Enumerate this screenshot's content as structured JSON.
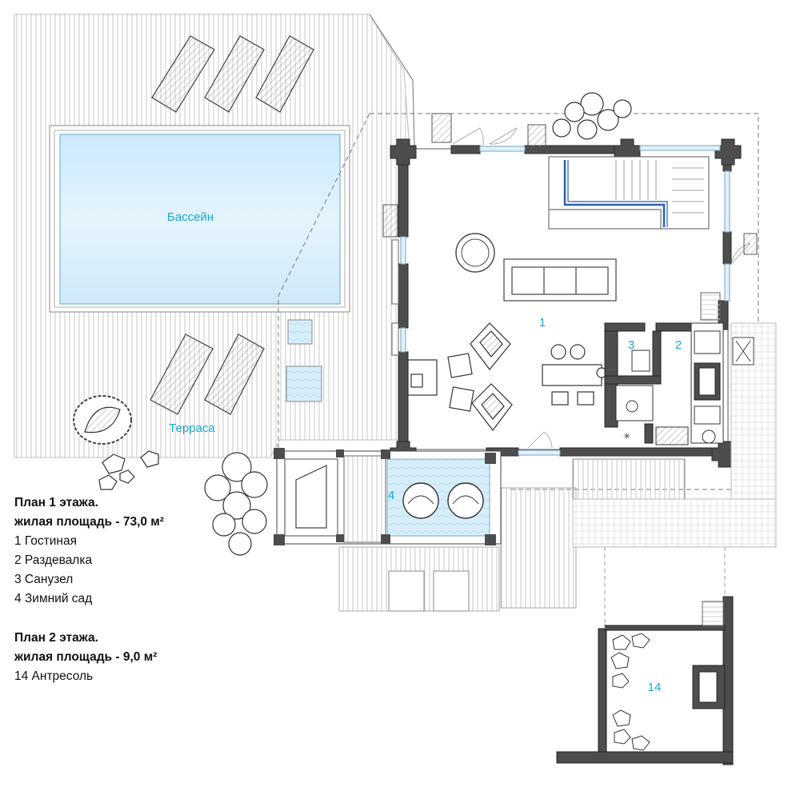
{
  "labels": {
    "pool": "Бассейн",
    "terrace": "Терраса",
    "room1": "1",
    "room2": "2",
    "room3": "3",
    "room4": "4",
    "room14": "14"
  },
  "legend": {
    "floor1_title": "План 1 этажа.",
    "floor1_area": "жилая площадь - 73,0 м²",
    "floor1_items": [
      "1  Гостиная",
      "2  Раздевалка",
      "3  Санузел",
      "4  Зимний сад"
    ],
    "floor2_title": "План 2 этажа.",
    "floor2_area": "жилая площадь - 9,0 м²",
    "floor2_items": [
      "14  Антресоль"
    ]
  },
  "colors": {
    "label": "#17a7d0",
    "wall": "#4a4a4a",
    "water": "#cfe9f6",
    "stairs_rail": "#2b5fa8"
  }
}
